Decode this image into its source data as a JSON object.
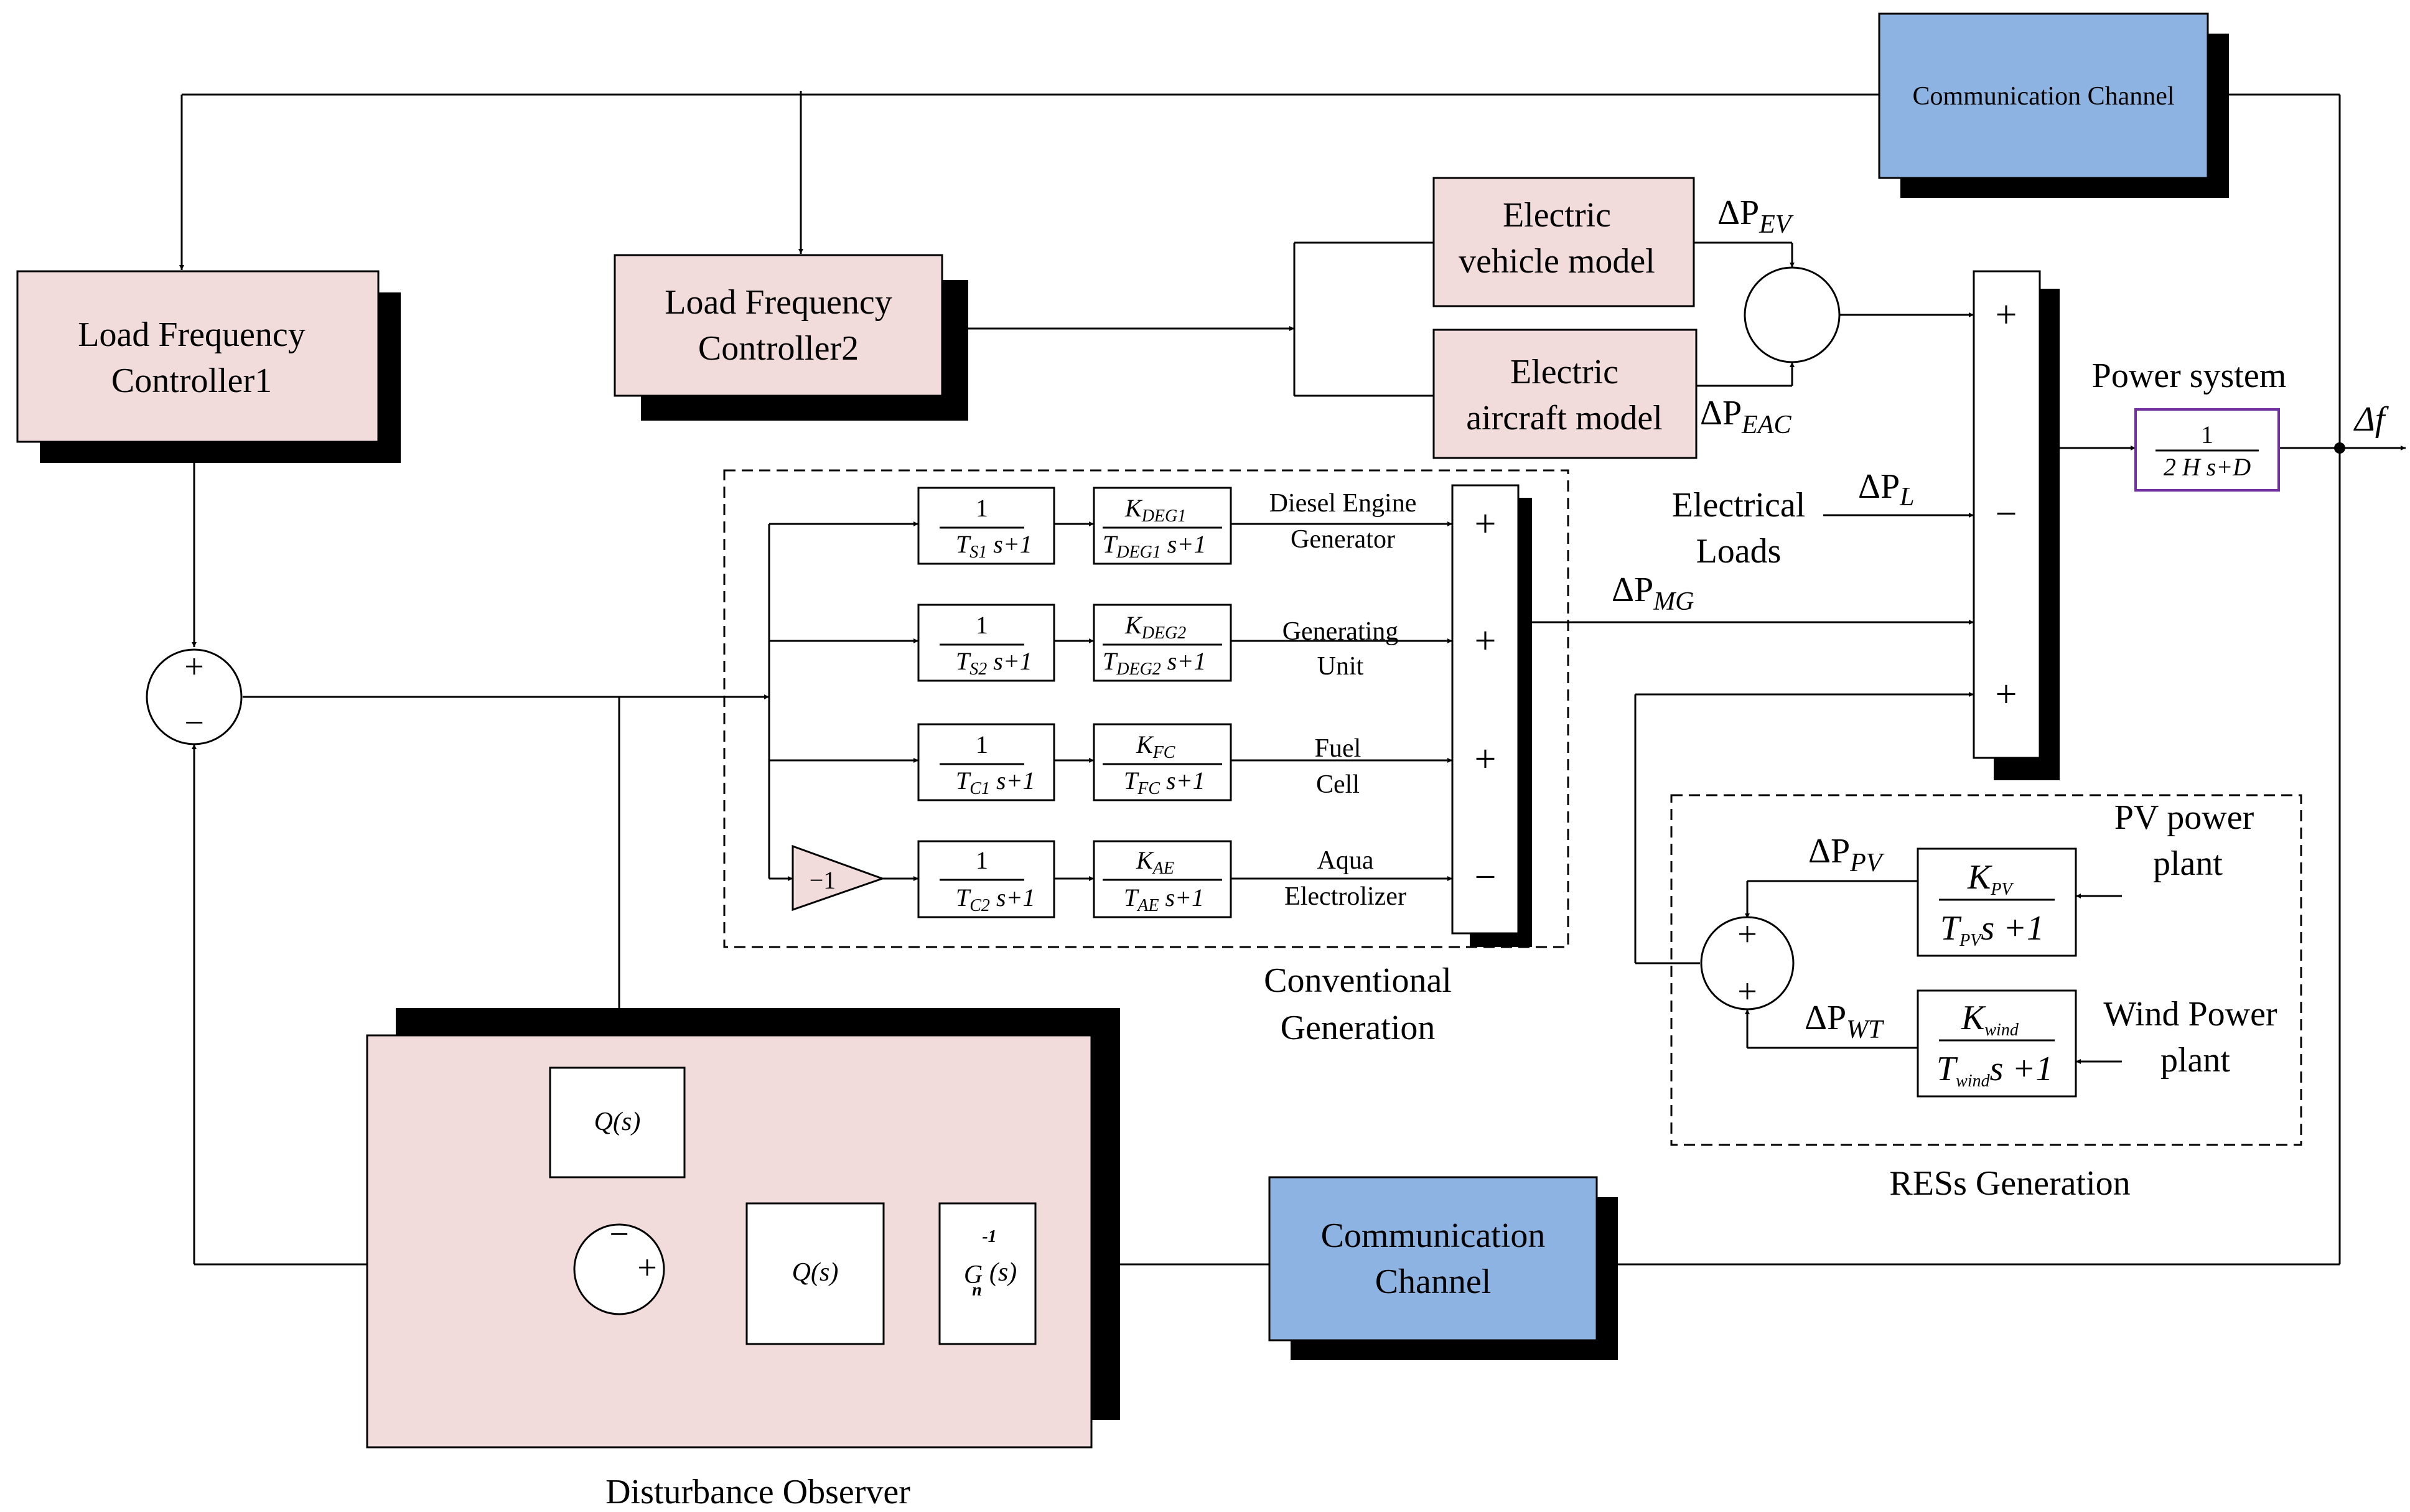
{
  "blocks": {
    "comm_top": "Communication Channel",
    "lfc1": [
      "Load Frequency",
      "Controller1"
    ],
    "lfc2": [
      "Load Frequency",
      "Controller2"
    ],
    "ev_model": [
      "Electric",
      "vehicle model"
    ],
    "eac_model": [
      "Electric",
      "aircraft model"
    ],
    "comm_bottom": [
      "Communication",
      "Channel"
    ],
    "q_top": "Q(s)",
    "q_bottom": "Q(s)",
    "gn_inv": "(s)",
    "gn_sup": "-1",
    "gn_base": "G",
    "gn_sub": "n",
    "gain": "−1"
  },
  "labels": {
    "power_system": "Power system",
    "delta_f": "Δf",
    "electrical_loads": [
      "Electrical",
      "Loads"
    ],
    "conventional_generation": [
      "Conventional",
      "Generation"
    ],
    "res_generation": "RESs Generation",
    "disturbance_observer": "Disturbance Observer",
    "pv_plant": [
      "PV power",
      "plant"
    ],
    "wind_plant": [
      "Wind Power",
      "plant"
    ],
    "diesel": [
      "Diesel Engine",
      "Generator"
    ],
    "generating_unit": [
      "Generating",
      "Unit"
    ],
    "fuel_cell": [
      "Fuel",
      "Cell"
    ],
    "aqua": [
      "Aqua",
      "Electrolizer"
    ]
  },
  "signals": {
    "dp_ev": {
      "base": "ΔP",
      "sub": "EV"
    },
    "dp_eac": {
      "base": "ΔP",
      "sub": "EAC"
    },
    "dp_l": {
      "base": "ΔP",
      "sub": "L"
    },
    "dp_mg": {
      "base": "ΔP",
      "sub": "MG"
    },
    "dp_pv": {
      "base": "ΔP",
      "sub": "PV"
    },
    "dp_wt": {
      "base": "ΔP",
      "sub": "WT"
    }
  },
  "transfer_functions": {
    "ts1": {
      "num": "1",
      "den_base": "T",
      "den_sub": "S1",
      "den_tail": " s+1"
    },
    "ts2": {
      "num": "1",
      "den_base": "T",
      "den_sub": "S2",
      "den_tail": " s+1"
    },
    "tc1": {
      "num": "1",
      "den_base": "T",
      "den_sub": "C1",
      "den_tail": " s+1"
    },
    "tc2": {
      "num": "1",
      "den_base": "T",
      "den_sub": "C2",
      "den_tail": " s+1"
    },
    "deg1": {
      "num_base": "K",
      "num_sub": "DEG1",
      "den_base": "T",
      "den_sub": "DEG1",
      "den_tail": " s+1"
    },
    "deg2": {
      "num_base": "K",
      "num_sub": "DEG2",
      "den_base": "T",
      "den_sub": "DEG2",
      "den_tail": " s+1"
    },
    "fc": {
      "num_base": "K",
      "num_sub": "FC",
      "den_base": "T",
      "den_sub": "FC",
      "den_tail": " s+1"
    },
    "ae": {
      "num_base": "K",
      "num_sub": "AE",
      "den_base": "T",
      "den_sub": "AE",
      "den_tail": " s+1"
    },
    "pv": {
      "num_base": "K",
      "num_sub": "PV",
      "den_base": "T",
      "den_sub": "PV",
      "den_tail": "s +1"
    },
    "wind": {
      "num_base": "K",
      "num_sub": "wind",
      "den_base": "T",
      "den_sub": "wind",
      "den_tail": "s +1"
    },
    "power": {
      "num": "1",
      "den": "2 H s+D"
    }
  },
  "signs": {
    "sum_main": [
      "+",
      "−"
    ],
    "sum_conv": [
      "+",
      "+",
      "+",
      "−"
    ],
    "sum_main_bar": [
      "+",
      "−",
      "+"
    ],
    "sum_res": [
      "+",
      "+"
    ],
    "sum_dob": [
      "−",
      "+"
    ]
  },
  "colors": {
    "pink": "#f2dcdb",
    "blue": "#8db3e2",
    "power_box": "#7030a0"
  }
}
